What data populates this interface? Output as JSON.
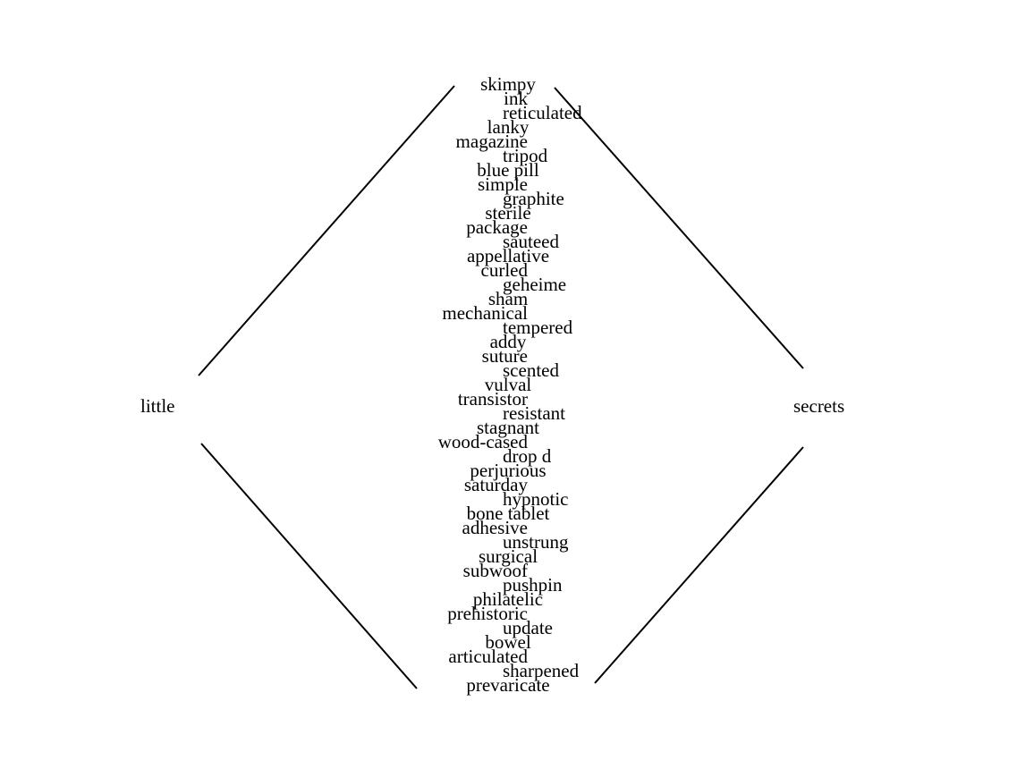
{
  "left_word": "little",
  "right_word": "secrets",
  "words": [
    "skimpy",
    "ink",
    "reticulated",
    "lanky",
    "magazine",
    "tripod",
    "blue pill",
    "simple",
    "graphite",
    "sterile",
    "package",
    "sauteed",
    "appellative",
    "curled",
    "geheime",
    "sham",
    "mechanical",
    "tempered",
    "addy",
    "suture",
    "scented",
    "vulval",
    "transistor",
    "resistant",
    "stagnant",
    "wood-cased",
    "drop d",
    "perjurious",
    "saturday",
    "hypnotic",
    "bone tablet",
    "adhesive",
    "unstrung",
    "surgical",
    "subwoof",
    "pushpin",
    "philatelic",
    "prehistoric",
    "update",
    "bowel",
    "articulated",
    "sharpened",
    "prevaricate"
  ],
  "colors": {
    "ink": "#000000",
    "background": "#ffffff"
  }
}
